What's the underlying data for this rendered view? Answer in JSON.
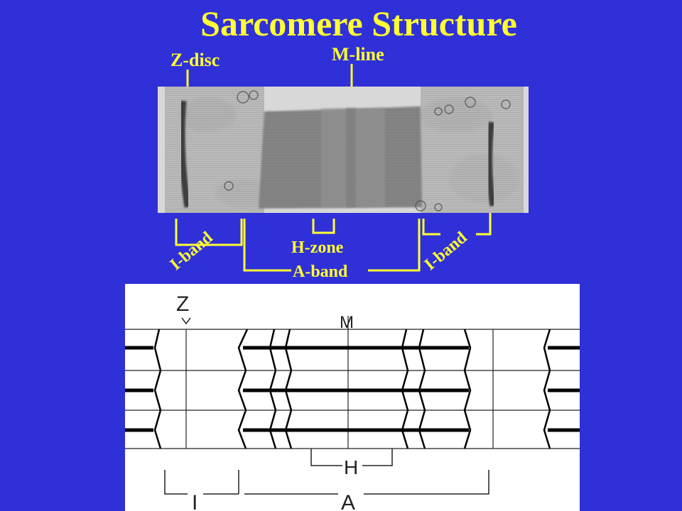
{
  "title": "Sarcomere Structure",
  "labels": {
    "z_disc": "Z-disc",
    "m_line": "M-line",
    "i_band_left": "I-band",
    "i_band_right": "I-band",
    "h_zone": "H-zone",
    "a_band": "A-band"
  },
  "schematic_labels": {
    "z": "Z",
    "m": "M",
    "h": "H",
    "i": "I",
    "a": "A"
  },
  "colors": {
    "background": "#3030d8",
    "label": "#ffff33"
  }
}
